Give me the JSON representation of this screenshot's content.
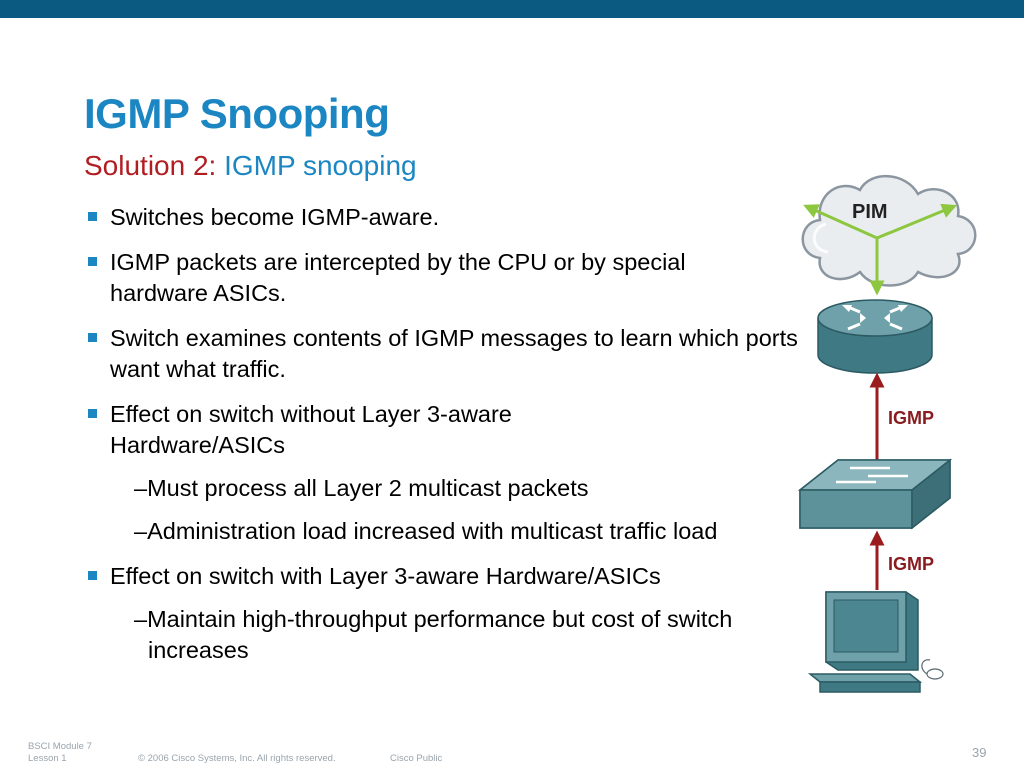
{
  "header": {
    "title": "IGMP Snooping",
    "subtitle_lead": "Solution 2:",
    "subtitle_rest": "IGMP snooping"
  },
  "bullets": [
    {
      "text": "Switches become IGMP-aware.",
      "subs": []
    },
    {
      "text": "IGMP packets are intercepted by the CPU or by special hardware ASICs.",
      "subs": []
    },
    {
      "text": "Switch examines contents of IGMP messages to learn which ports want what traffic.",
      "subs": []
    },
    {
      "text": "Effect on switch without Layer 3-aware Hardware/ASICs",
      "subs": [
        "–Must process all Layer 2 multicast packets",
        "–Administration load increased with multicast traffic load"
      ]
    },
    {
      "text": "Effect on switch with Layer 3-aware Hardware/ASICs",
      "subs": [
        "–Maintain high-throughput performance but cost of switch increases"
      ]
    }
  ],
  "diagram": {
    "cloud_label": "PIM",
    "igmp_label_upper": "IGMP",
    "igmp_label_lower": "IGMP",
    "colors": {
      "arrow_red": "#9b1c1f",
      "arrow_green": "#8dc63f",
      "device": "#4f8a94",
      "label": "#8a1c20"
    },
    "icons": [
      "cloud-icon",
      "router-icon",
      "switch-icon",
      "workstation-icon"
    ]
  },
  "footer": {
    "module": "BSCI Module 7",
    "lesson": "Lesson 1",
    "copyright": "© 2006 Cisco Systems, Inc. All rights reserved.",
    "classification": "Cisco Public",
    "page": "39"
  }
}
